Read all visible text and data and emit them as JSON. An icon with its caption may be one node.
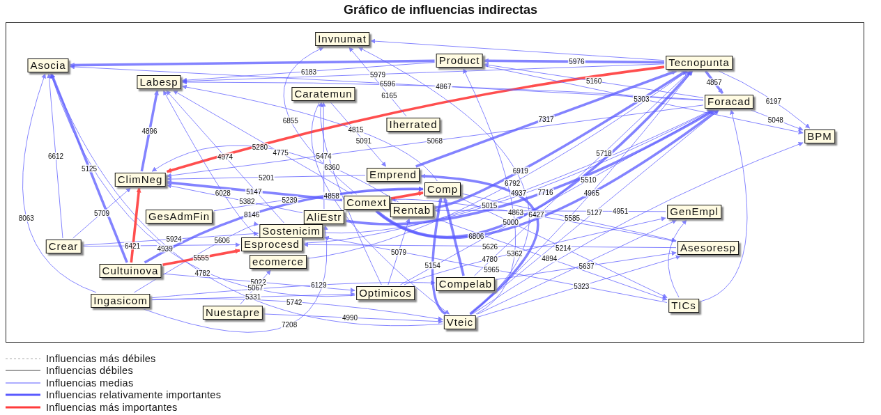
{
  "diagram": {
    "title": "Gráfico de influencias indirectas",
    "nodes": [
      {
        "text": [
          "Invnumat"
        ]
      },
      {
        "text": [
          "Asocia"
        ]
      },
      {
        "text": [
          "Product"
        ]
      },
      {
        "text": [
          "Tecnopunta"
        ]
      },
      {
        "text": [
          "Labesp"
        ]
      },
      {
        "text": [
          "Caratemun"
        ]
      },
      {
        "text": [
          "Foracad"
        ]
      },
      {
        "text": [
          "BPM"
        ]
      },
      {
        "text": [
          "Iherrated"
        ]
      },
      {
        "text": [
          "ClimNeg"
        ]
      },
      {
        "text": [
          "Emprend"
        ]
      },
      {
        "text": [
          "Comp"
        ]
      },
      {
        "text": [
          "Comext"
        ]
      },
      {
        "text": [
          "Rentab"
        ]
      },
      {
        "text": [
          "GenEmpl"
        ]
      },
      {
        "text": [
          "GesAdmFin"
        ]
      },
      {
        "text": [
          "AliEstr"
        ]
      },
      {
        "text": [
          "Sostenicim"
        ]
      },
      {
        "text": [
          "Crear"
        ]
      },
      {
        "text": [
          "Esprocesd"
        ]
      },
      {
        "text": [
          "Asesoresp"
        ]
      },
      {
        "text": [
          "ecomerce"
        ]
      },
      {
        "text": [
          "Cultuinova"
        ]
      },
      {
        "text": [
          "Compelab"
        ]
      },
      {
        "text": [
          "Ingasicom"
        ]
      },
      {
        "text": [
          "Optimicos"
        ]
      },
      {
        "text": [
          "Nuestapre"
        ]
      },
      {
        "text": [
          "TICs"
        ]
      },
      {
        "text": [
          "Vteic"
        ]
      }
    ],
    "edges": [
      {
        "from": 3,
        "to": 2,
        "arrow": "to",
        "label": "5976",
        "style": "thick"
      },
      {
        "from": 3,
        "to": 0,
        "arrow": "to"
      },
      {
        "from": 2,
        "to": 1,
        "arrow": "to",
        "style": "thick"
      },
      {
        "from": 2,
        "to": 4,
        "arrow": "to",
        "label": "6183"
      },
      {
        "from": 3,
        "to": 4,
        "arrow": "to",
        "label": "5979"
      },
      {
        "from": 3,
        "to": 9,
        "arrow": "to",
        "style": "thick",
        "color": "#ff3b3b"
      },
      {
        "from": 3,
        "to": 6,
        "arrow": "to",
        "label": "4857",
        "style": "thick"
      },
      {
        "from": 3,
        "to": 7,
        "arrow": "to",
        "label": "6197"
      },
      {
        "from": 6,
        "to": 7,
        "arrow": "to",
        "label": "5048"
      },
      {
        "from": 2,
        "to": 7,
        "arrow": "to",
        "label": "5303"
      },
      {
        "from": 28,
        "to": 6,
        "arrow": "to",
        "label": "5127"
      },
      {
        "from": 27,
        "to": 6,
        "arrow": "to"
      },
      {
        "from": 28,
        "to": 7,
        "arrow": "to"
      },
      {
        "from": 25,
        "to": 14,
        "arrow": "to",
        "label": "4780"
      },
      {
        "from": 11,
        "to": 20,
        "arrow": "to",
        "label": "5585"
      },
      {
        "from": 28,
        "to": 14,
        "arrow": "to"
      },
      {
        "from": 23,
        "to": 20,
        "arrow": "to",
        "label": "5637"
      },
      {
        "from": 28,
        "to": 20,
        "arrow": "to",
        "label": "5323"
      },
      {
        "from": 11,
        "to": 27,
        "arrow": "to",
        "label": "5214"
      },
      {
        "from": 13,
        "to": 27,
        "arrow": "to",
        "label": "4894"
      },
      {
        "from": 17,
        "to": 6,
        "arrow": "to",
        "label": "5015"
      },
      {
        "from": 12,
        "to": 3,
        "arrow": "to",
        "label": "5000",
        "style": "thick"
      },
      {
        "from": 10,
        "to": 3,
        "arrow": "to",
        "label": "7317",
        "style": "thick"
      },
      {
        "from": 12,
        "to": 6,
        "arrow": "to",
        "label": "6806",
        "style": "thick"
      },
      {
        "from": 16,
        "to": 6,
        "arrow": "to",
        "label": "7716",
        "style": "thick"
      },
      {
        "from": 21,
        "to": 3,
        "arrow": "to",
        "label": "6792"
      },
      {
        "from": 19,
        "to": 6,
        "arrow": "to",
        "label": "4937"
      },
      {
        "from": 25,
        "to": 6,
        "arrow": "to",
        "label": "5510"
      },
      {
        "from": 13,
        "to": 3,
        "arrow": "to",
        "label": "6919",
        "style": "thick"
      },
      {
        "from": 28,
        "to": 3,
        "arrow": "to",
        "label": "4965"
      },
      {
        "from": 23,
        "to": 3,
        "arrow": "to",
        "label": "5718"
      },
      {
        "from": 28,
        "to": 0,
        "arrow": "to"
      },
      {
        "from": 5,
        "to": 28,
        "arrow": "to",
        "label": "4858"
      },
      {
        "from": 18,
        "to": 1,
        "arrow": "to",
        "label": "6612"
      },
      {
        "from": 22,
        "to": 1,
        "arrow": "to",
        "label": "5125",
        "style": "thick"
      },
      {
        "from": 18,
        "to": 9,
        "arrow": "to",
        "label": "5709"
      },
      {
        "from": 24,
        "to": 1,
        "arrow": "to",
        "label": "8063"
      },
      {
        "from": 9,
        "to": 4,
        "arrow": "to",
        "label": "4896",
        "style": "thick"
      },
      {
        "from": 17,
        "to": 4,
        "arrow": "to",
        "label": "4974"
      },
      {
        "from": 19,
        "to": 4,
        "arrow": "to",
        "label": "6028"
      },
      {
        "from": 12,
        "to": 9,
        "arrow": "to",
        "label": "5147",
        "style": "thick"
      },
      {
        "from": 10,
        "to": 9,
        "arrow": "to",
        "label": "5201"
      },
      {
        "from": 13,
        "to": 9,
        "arrow": "to",
        "label": "5280"
      },
      {
        "from": 16,
        "to": 9,
        "arrow": "to",
        "label": "5382"
      },
      {
        "from": 25,
        "to": 1,
        "arrow": "to",
        "label": "4939"
      },
      {
        "from": 28,
        "to": 1,
        "arrow": "to",
        "label": "4782"
      },
      {
        "from": 11,
        "to": 4,
        "arrow": "to",
        "label": "4815"
      },
      {
        "from": 12,
        "to": 4,
        "arrow": "to",
        "label": "4775"
      },
      {
        "from": 16,
        "to": 5,
        "arrow": "to",
        "label": "5474"
      },
      {
        "from": 25,
        "to": 5,
        "arrow": "to",
        "label": "6360"
      },
      {
        "from": 15,
        "to": 11,
        "arrow": "to",
        "label": "5239"
      },
      {
        "from": 22,
        "to": 11,
        "arrow": "to",
        "label": "8146",
        "style": "thick"
      },
      {
        "from": 24,
        "to": 16,
        "arrow": "to",
        "label": "7208"
      },
      {
        "from": 24,
        "to": 25,
        "arrow": "to",
        "label": "5331"
      },
      {
        "from": 24,
        "to": 28,
        "arrow": "to",
        "label": "5742"
      },
      {
        "from": 26,
        "to": 28,
        "arrow": "to",
        "label": "4990"
      },
      {
        "from": 22,
        "to": 25,
        "arrow": "to",
        "label": "5022"
      },
      {
        "from": 24,
        "to": 23,
        "arrow": "to",
        "label": "6129"
      },
      {
        "from": 26,
        "to": 21,
        "arrow": "to",
        "label": "5067"
      },
      {
        "from": 24,
        "to": 17,
        "arrow": "to",
        "label": "5606"
      },
      {
        "from": 18,
        "to": 19,
        "arrow": "to",
        "label": "6421"
      },
      {
        "from": 18,
        "to": 17,
        "arrow": "to",
        "label": "5924"
      },
      {
        "from": 28,
        "to": 11,
        "arrow": "to",
        "label": "5154",
        "style": "thick"
      },
      {
        "from": 23,
        "to": 11,
        "arrow": "to",
        "style": "thick"
      },
      {
        "from": 28,
        "to": 10,
        "arrow": "to",
        "label": "6427",
        "style": "thick"
      },
      {
        "from": 25,
        "to": 13,
        "arrow": "to",
        "label": "5079"
      },
      {
        "from": 28,
        "to": 2,
        "arrow": "to",
        "label": "5362"
      },
      {
        "from": 5,
        "to": 10,
        "arrow": "to",
        "label": "5091"
      },
      {
        "from": 6,
        "to": 2,
        "arrow": "to",
        "label": "5160"
      },
      {
        "from": 6,
        "to": 4,
        "arrow": "to",
        "label": "4867"
      },
      {
        "from": 6,
        "to": 1,
        "arrow": "to",
        "label": "6596"
      },
      {
        "from": 6,
        "to": 9,
        "arrow": "to",
        "label": "5068"
      },
      {
        "from": 27,
        "to": 14,
        "arrow": "to"
      },
      {
        "from": 20,
        "to": 12,
        "arrow": "to",
        "label": "4863"
      },
      {
        "from": 14,
        "to": 13,
        "arrow": "to",
        "label": "4951"
      },
      {
        "from": 20,
        "to": 19,
        "arrow": "to",
        "label": "5626"
      },
      {
        "from": 27,
        "to": 17,
        "arrow": "to",
        "label": "5965"
      },
      {
        "from": 8,
        "to": 0,
        "arrow": "to",
        "label": "6165"
      },
      {
        "from": 12,
        "to": 0,
        "arrow": "to",
        "label": "6855"
      },
      {
        "from": 22,
        "to": 9,
        "arrow": "to",
        "style": "thick",
        "color": "#ff3b3b"
      },
      {
        "from": 22,
        "to": 19,
        "arrow": "to",
        "label": "5555",
        "style": "thick",
        "color": "#ff3b3b"
      },
      {
        "from": 12,
        "to": 11,
        "arrow": "to",
        "style": "thick",
        "color": "#ff3b3b"
      }
    ],
    "legend": [
      {
        "text": "Influencias más débiles"
      },
      {
        "text": "Influencias débiles"
      },
      {
        "text": "Influencias medias"
      },
      {
        "text": "Influencias relativamente importantes"
      },
      {
        "text": "Influencias más importantes"
      }
    ]
  }
}
